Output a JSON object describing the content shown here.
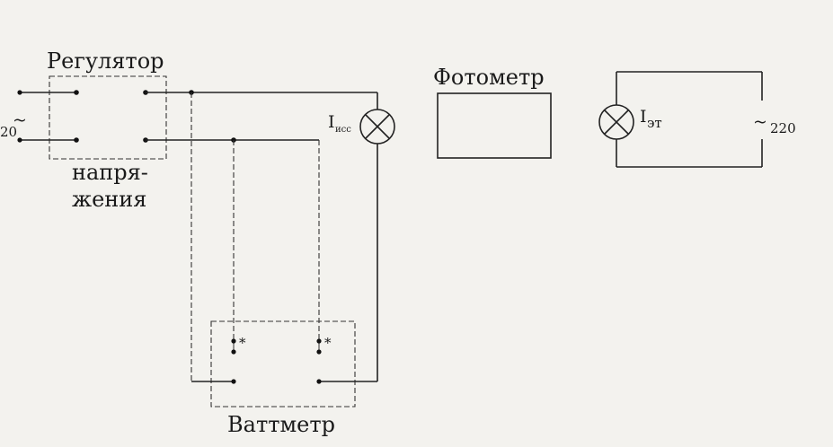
{
  "regulator": {
    "label_top": "Регулятор",
    "label_bottom_1": "напря-",
    "label_bottom_2": "жения",
    "input_voltage": "20",
    "tilde": "~"
  },
  "lamp_test": {
    "symbol": "I",
    "subscript": "исс"
  },
  "photometer": {
    "label": "Фотометр"
  },
  "lamp_ref": {
    "symbol": "I",
    "subscript": "эт"
  },
  "source_ref": {
    "tilde": "~",
    "voltage": "220"
  },
  "wattmeter": {
    "label": "Ваттметр",
    "marker_1": "*",
    "marker_2": "*"
  }
}
